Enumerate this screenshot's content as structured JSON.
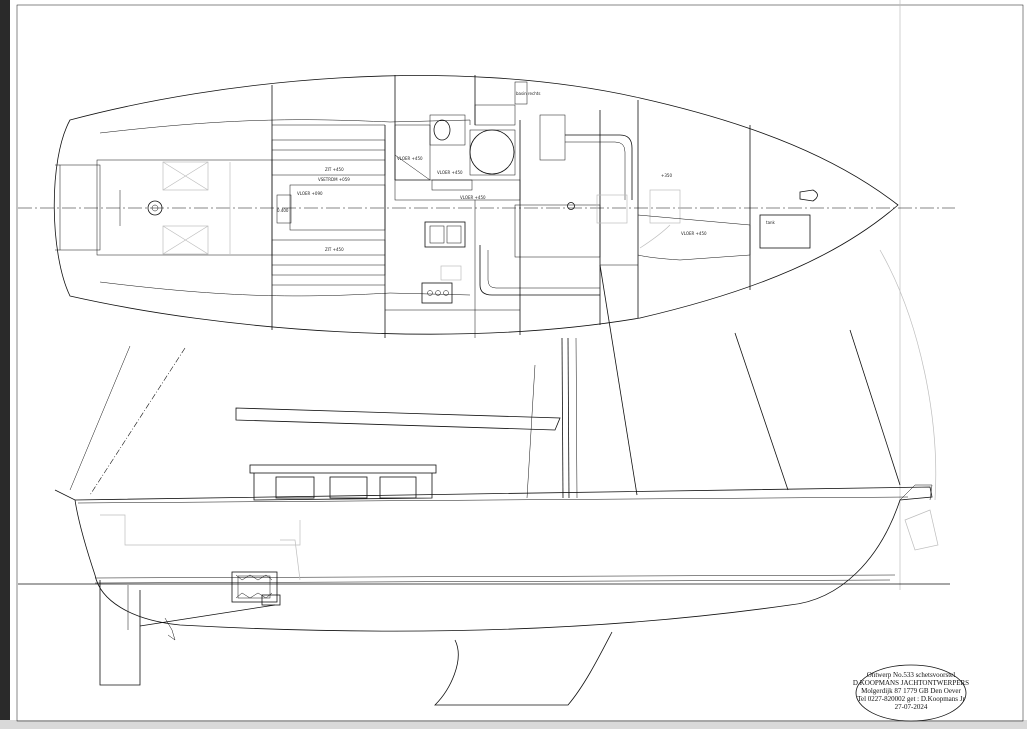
{
  "plan_labels": {
    "zit_top": "ZIT +450",
    "vertrek": "VSETRDM +059",
    "vloer_left": "VLOER +090",
    "small_dim": "0.400",
    "zit_bottom": "ZIT +450",
    "vloer_mid_upper": "VLOER +450",
    "vloer_small": "VLOER +450",
    "vloer_center": "VLOER +450",
    "fwd_value": "+350",
    "vloer_fwd": "VLOER +450",
    "tank_label": "tank",
    "box_label": "basin rechts"
  },
  "title_block": {
    "line1": "Ontwerp No.533  schetsvoorstel",
    "line2": "D.KOOPMANS  JACHTONTWERPERS",
    "line3": "Molgerdijk 87 1779 GB Den Oever",
    "line4": "Tel 0227-820002 get : D.Koopmans Jr",
    "line5": "27-07-2024"
  }
}
